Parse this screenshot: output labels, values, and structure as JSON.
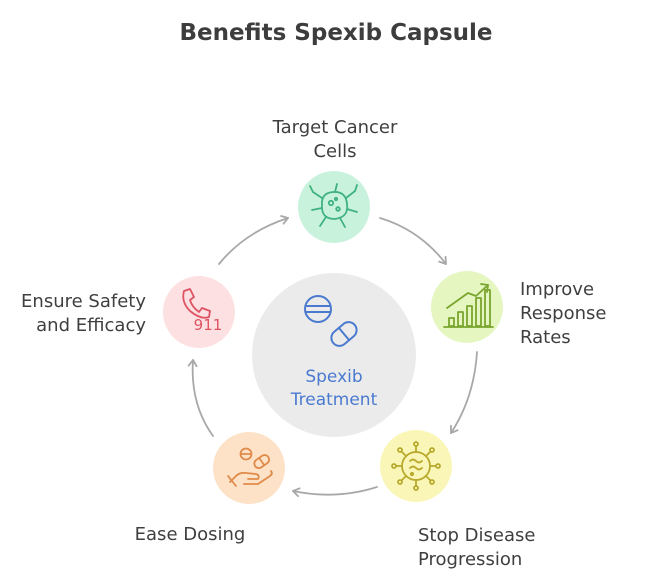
{
  "title": "Benefits Spexib Capsule",
  "center": {
    "line1": "Spexib",
    "line2": "Treatment",
    "icon": "pills-icon"
  },
  "nodes": [
    {
      "id": "target",
      "lines": [
        "Target Cancer",
        "Cells"
      ],
      "icon": "cancer-cell-icon",
      "fill": "#c9f2dd",
      "stroke": "#3fb27f"
    },
    {
      "id": "improve",
      "lines": [
        "Improve",
        "Response",
        "Rates"
      ],
      "icon": "bar-chart-growth-icon",
      "fill": "#e5f6c1",
      "stroke": "#7aa52e"
    },
    {
      "id": "stop",
      "lines": [
        "Stop Disease",
        "Progression"
      ],
      "icon": "virus-icon",
      "fill": "#faf6b8",
      "stroke": "#b8a92c"
    },
    {
      "id": "ease",
      "lines": [
        "Ease Dosing"
      ],
      "icon": "hand-pills-icon",
      "fill": "#fde2c8",
      "stroke": "#e08a4a"
    },
    {
      "id": "safety",
      "lines": [
        "Ensure Safety",
        "and Efficacy"
      ],
      "icon": "emergency-phone-icon",
      "icon_text": "911",
      "fill": "#fde0e2",
      "stroke": "#de5463"
    }
  ],
  "colors": {
    "center_fill": "#ebebeb",
    "arrow": "#a8a8a8",
    "center_text": "#4a7ad0"
  }
}
